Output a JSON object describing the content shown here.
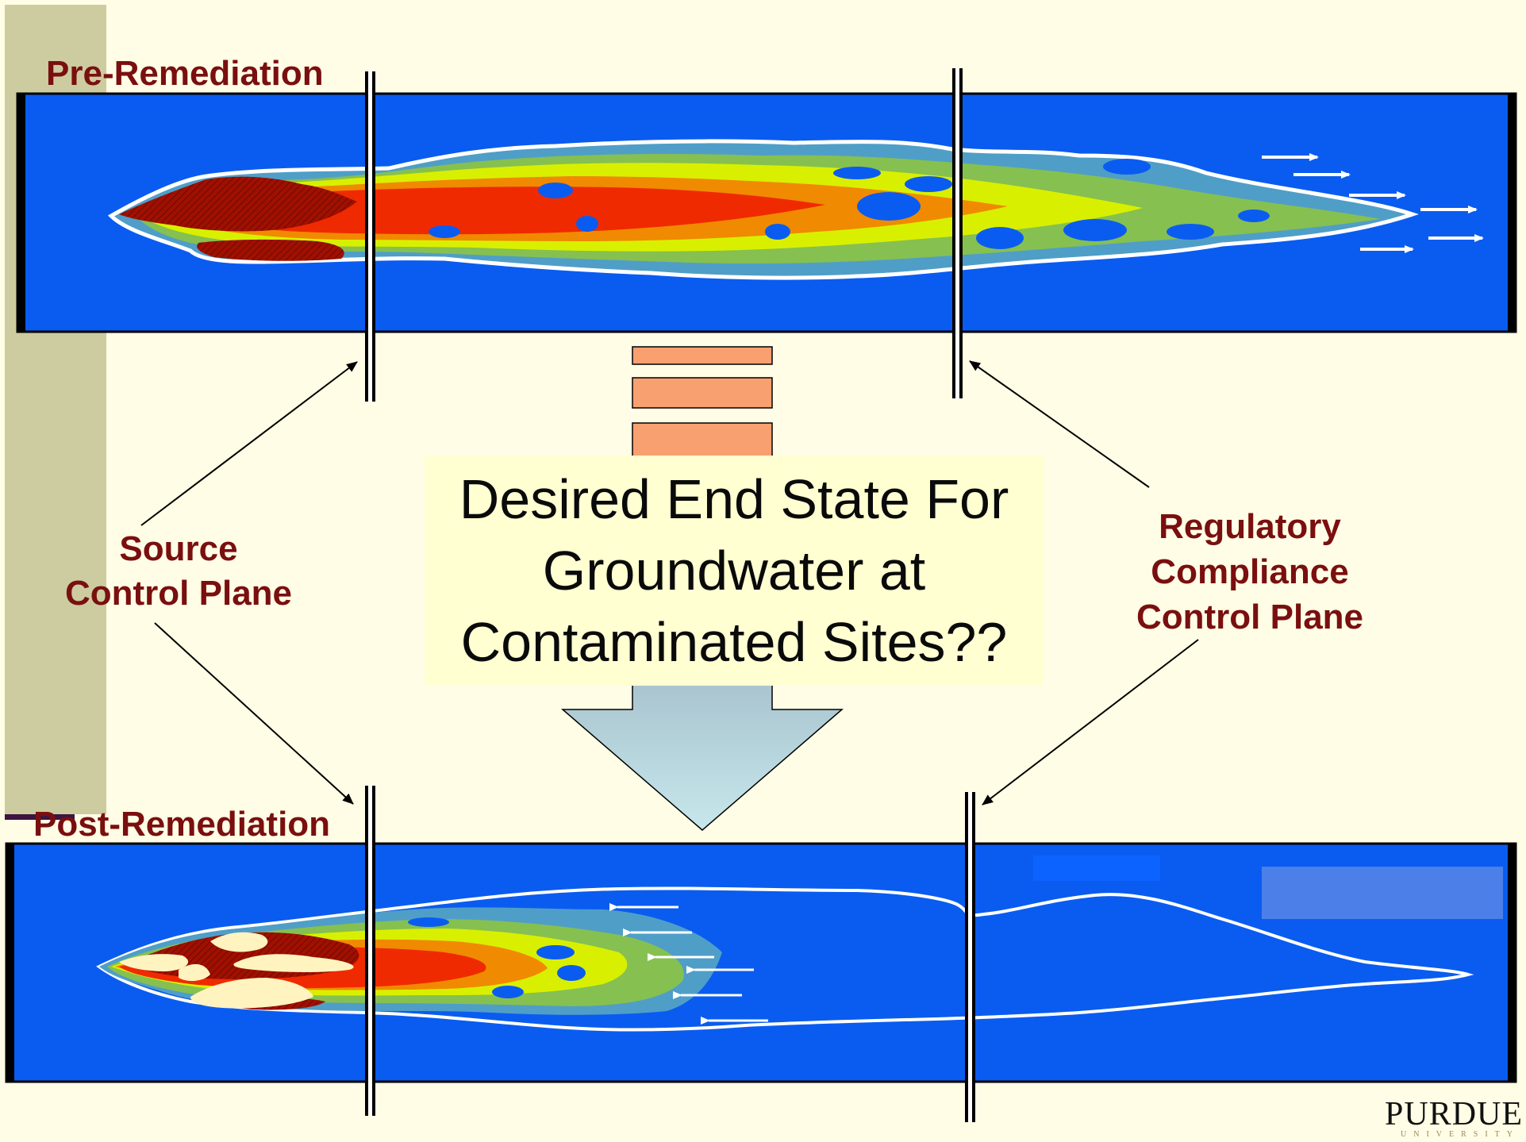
{
  "labels": {
    "pre_remediation": "Pre-Remediation",
    "post_remediation": "Post-Remediation",
    "source_control_line1": "Source",
    "source_control_line2": "Control Plane",
    "regulatory_line1": "Regulatory",
    "regulatory_line2": "Compliance",
    "regulatory_line3": "Control Plane"
  },
  "center_title": "Desired End State For Groundwater at Contaminated Sites??",
  "logo": {
    "main": "PURDUE",
    "sub": "UNIVERSITY"
  },
  "colors": {
    "background": "#fffde6",
    "sidebar": "#cccca0",
    "aquifer_blue": "#0a5cf0",
    "label_red": "#7a0f0f",
    "plume_red": "#f02a00",
    "plume_orange": "#f08a00",
    "plume_yellow": "#d8f000",
    "plume_green": "#86c050",
    "plume_teal": "#4f9ec8",
    "source_dark_red": "#a01000",
    "arrow_fill": "#b5dde5",
    "bar_fill": "#f8a070"
  }
}
